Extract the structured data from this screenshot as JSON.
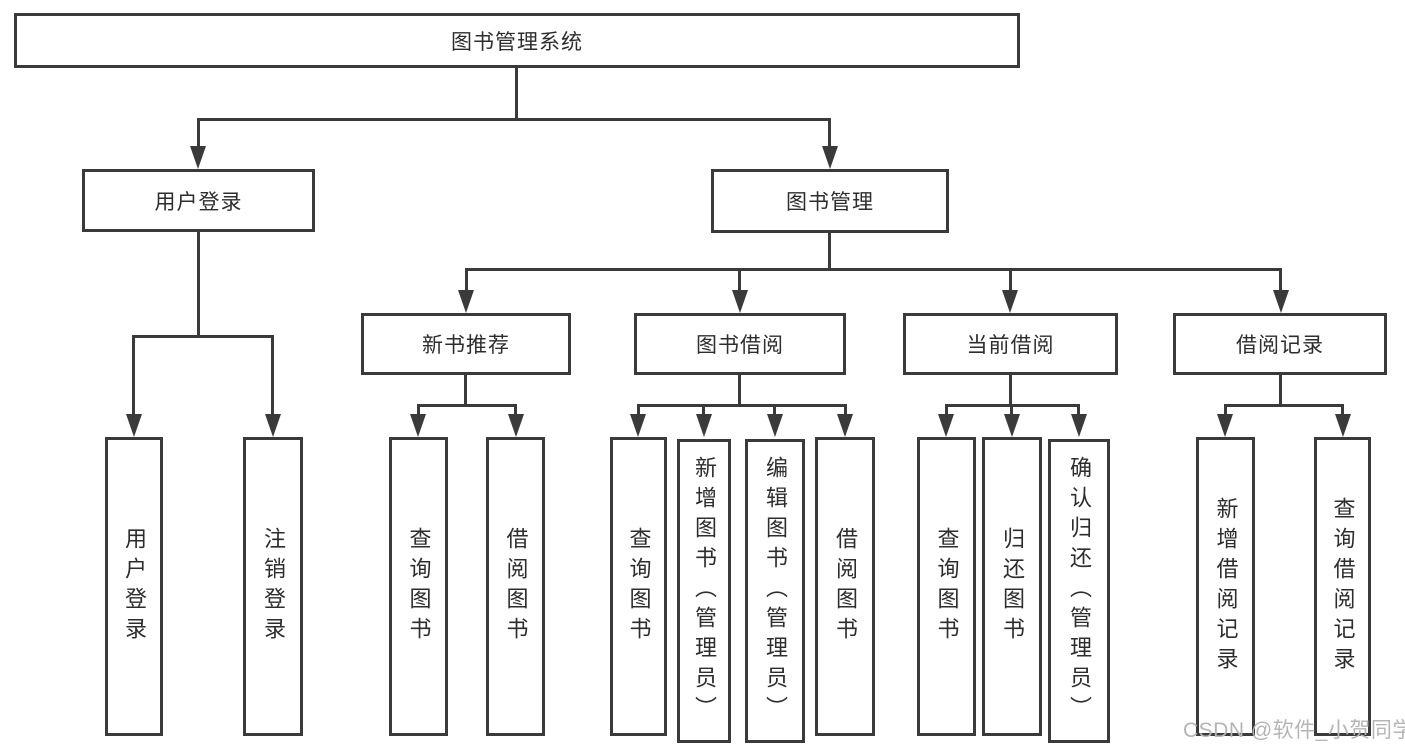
{
  "tree": {
    "root": {
      "label": "图书管理系统"
    },
    "user_login": {
      "label": "用户登录",
      "children": [
        {
          "label": "用户登录"
        },
        {
          "label": "注销登录"
        }
      ]
    },
    "book_mgmt": {
      "label": "图书管理"
    },
    "new_book_rec": {
      "label": "新书推荐",
      "children": [
        {
          "label": "查询图书"
        },
        {
          "label": "借阅图书"
        }
      ]
    },
    "book_borrow": {
      "label": "图书借阅",
      "children": [
        {
          "label": "查询图书"
        },
        {
          "label": "新增图书（管理员）"
        },
        {
          "label": "编辑图书（管理员）"
        },
        {
          "label": "借阅图书"
        }
      ]
    },
    "current_borrow": {
      "label": "当前借阅",
      "children": [
        {
          "label": "查询图书"
        },
        {
          "label": "归还图书"
        },
        {
          "label": "确认归还（管理员）"
        }
      ]
    },
    "borrow_records": {
      "label": "借阅记录",
      "children": [
        {
          "label": "新增借阅记录"
        },
        {
          "label": "查询借阅记录"
        }
      ]
    }
  },
  "watermark": "CSDN @软件_小贺同学",
  "colors": {
    "line": "#3a3a3a",
    "text": "#2d2d2d",
    "box_background": "#ffffff",
    "watermark": "#b5b5b5"
  }
}
